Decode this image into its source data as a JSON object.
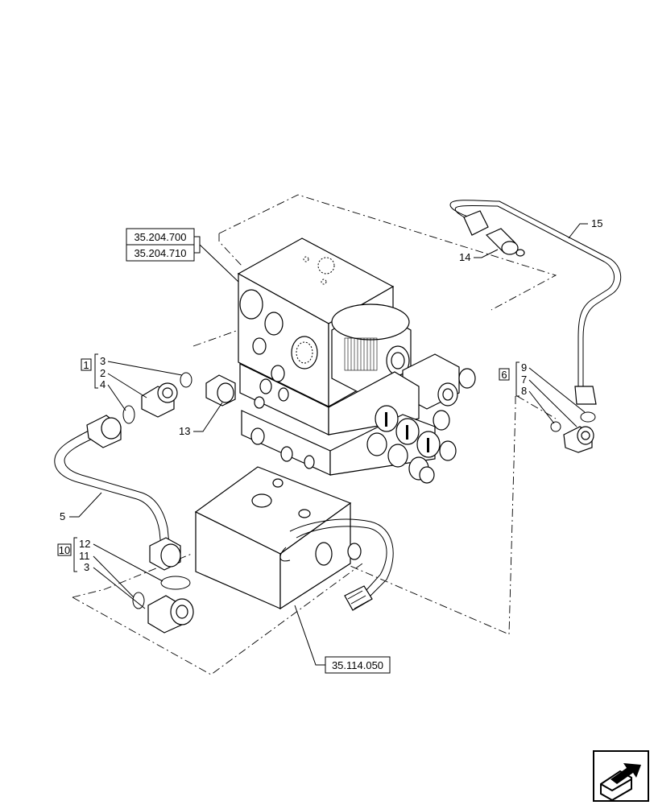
{
  "references": {
    "valve_top_1": "35.204.700",
    "valve_top_2": "35.204.710",
    "manifold_bottom": "35.114.050"
  },
  "groups": {
    "group_1": {
      "box": "1",
      "items": [
        "3",
        "2",
        "4"
      ]
    },
    "group_10": {
      "box": "10",
      "items": [
        "12",
        "11",
        "3"
      ]
    },
    "group_6": {
      "box": "6",
      "items": [
        "9",
        "7",
        "8"
      ]
    }
  },
  "callouts": {
    "c5": "5",
    "c13": "13",
    "c14": "14",
    "c15": "15"
  },
  "nav_icon": "next-page-arrow-icon"
}
